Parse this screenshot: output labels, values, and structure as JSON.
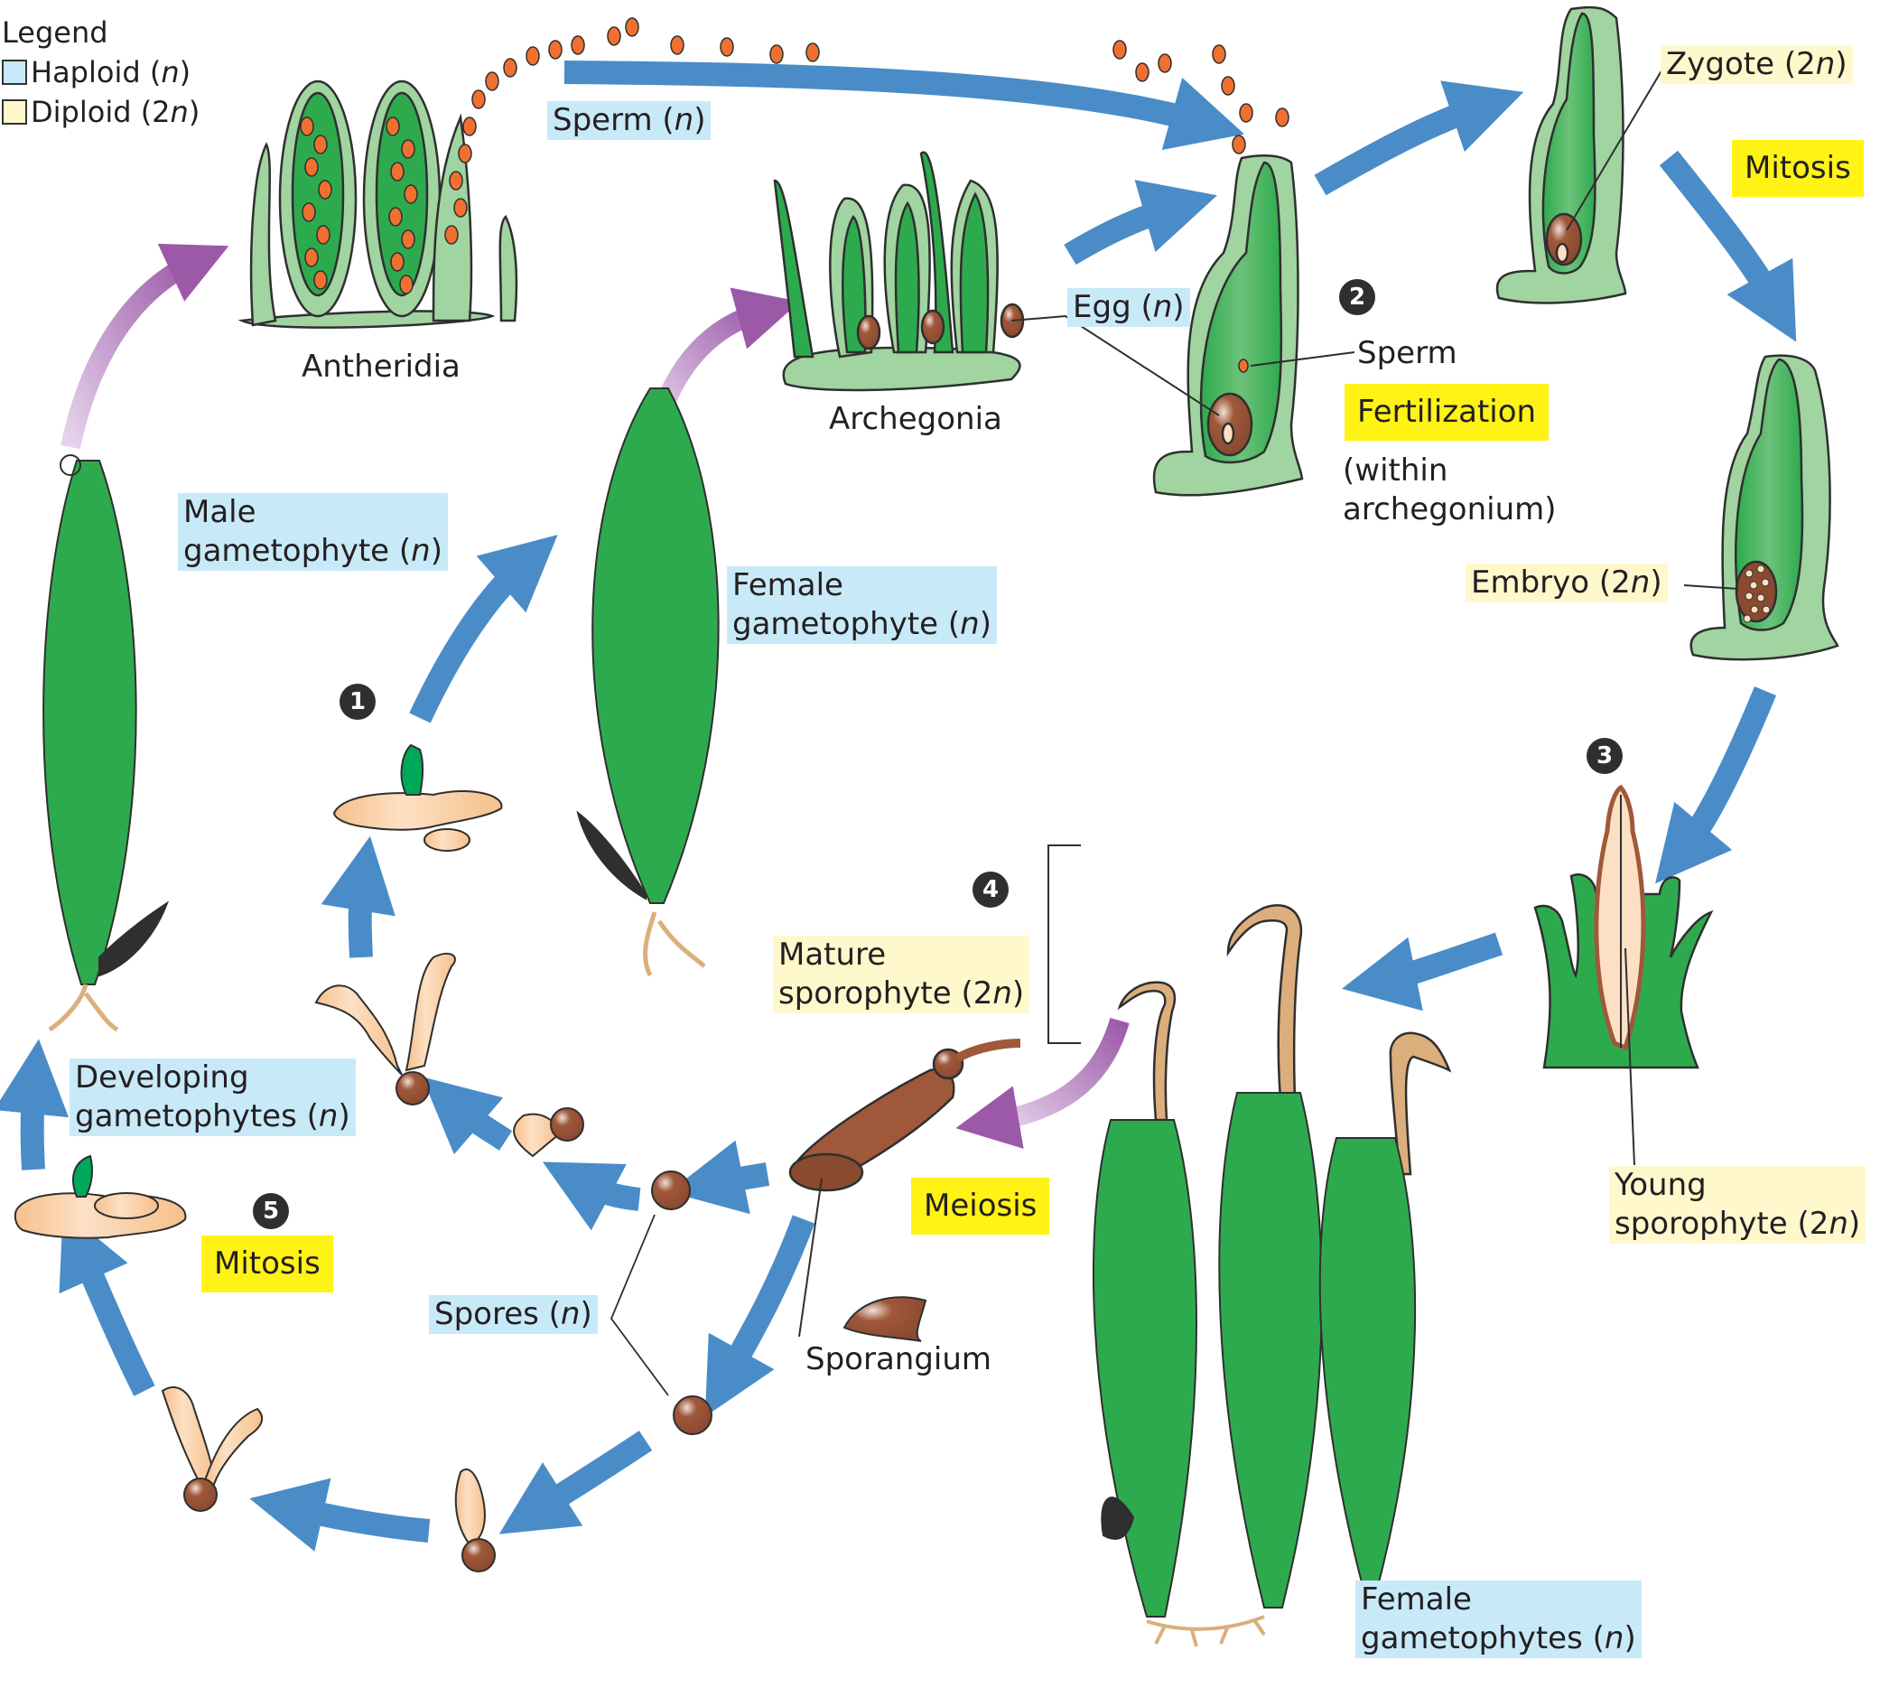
{
  "legend": {
    "title": "Legend",
    "items": [
      {
        "label": "Haploid",
        "ploidy": "n",
        "color": "#c8e9f8"
      },
      {
        "label": "Diploid",
        "ploidy": "2n",
        "color": "#fff8cc"
      }
    ]
  },
  "colors": {
    "haploid_bg": "#c8e9f8",
    "diploid_bg": "#fff8cc",
    "process_bg": "#fff215",
    "arrow_blue": "#4a8cc8",
    "arrow_purple": "#9b59a8",
    "tissue_light_green": "#a0d4a0",
    "tissue_dark_green": "#2eaa4e",
    "brown": "#a0583a",
    "tan": "#dcae7c",
    "sperm_orange": "#f07030",
    "step_badge": "#2f2f2f"
  },
  "labels": {
    "sperm_n": {
      "text": "Sperm (",
      "italic": "n",
      "end": ")"
    },
    "antheridia": "Antheridia",
    "archegonia": "Archegonia",
    "egg_n": {
      "text": "Egg (",
      "italic": "n",
      "end": ")"
    },
    "zygote": {
      "text": "Zygote (2",
      "italic": "n",
      "end": ")"
    },
    "mitosis_top": "Mitosis",
    "sperm_plain": "Sperm",
    "fertilization": "Fertilization",
    "within_line1": "(within",
    "within_line2": "archegonium)",
    "embryo": {
      "text": "Embryo (2",
      "italic": "n",
      "end": ")"
    },
    "male_gametophyte_line1": "Male",
    "male_gametophyte_line2": {
      "text": "gametophyte (",
      "italic": "n",
      "end": ")"
    },
    "female_gametophyte_line1": "Female",
    "female_gametophyte_line2": {
      "text": "gametophyte (",
      "italic": "n",
      "end": ")"
    },
    "young_sporophyte_line1": "Young",
    "young_sporophyte_line2": {
      "text": "sporophyte (2",
      "italic": "n",
      "end": ")"
    },
    "mature_sporophyte_line1": "Mature",
    "mature_sporophyte_line2": {
      "text": "sporophyte (2",
      "italic": "n",
      "end": ")"
    },
    "meiosis": "Meiosis",
    "developing_line1": "Developing",
    "developing_line2": {
      "text": "gametophytes (",
      "italic": "n",
      "end": ")"
    },
    "mitosis_bottom": "Mitosis",
    "spores": {
      "text": "Spores (",
      "italic": "n",
      "end": ")"
    },
    "sporangium": "Sporangium",
    "female_gametophytes_line1": "Female",
    "female_gametophytes_line2": {
      "text": "gametophytes (",
      "italic": "n",
      "end": ")"
    }
  },
  "steps": [
    "1",
    "2",
    "3",
    "4",
    "5"
  ]
}
